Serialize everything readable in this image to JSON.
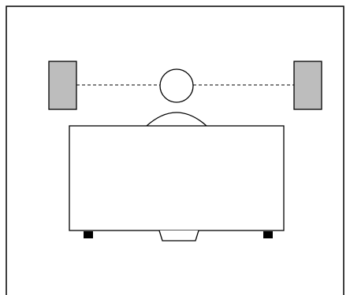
{
  "diagram": {
    "colors": {
      "background": "#ffffff",
      "stroke": "#000000",
      "speaker_fill": "#bdbdbd",
      "dashed_line": "#000000",
      "foot_fill": "#000000"
    },
    "elements": [
      "left-speaker",
      "right-speaker",
      "listener",
      "desk",
      "monitor-feet",
      "desk-stand"
    ]
  }
}
